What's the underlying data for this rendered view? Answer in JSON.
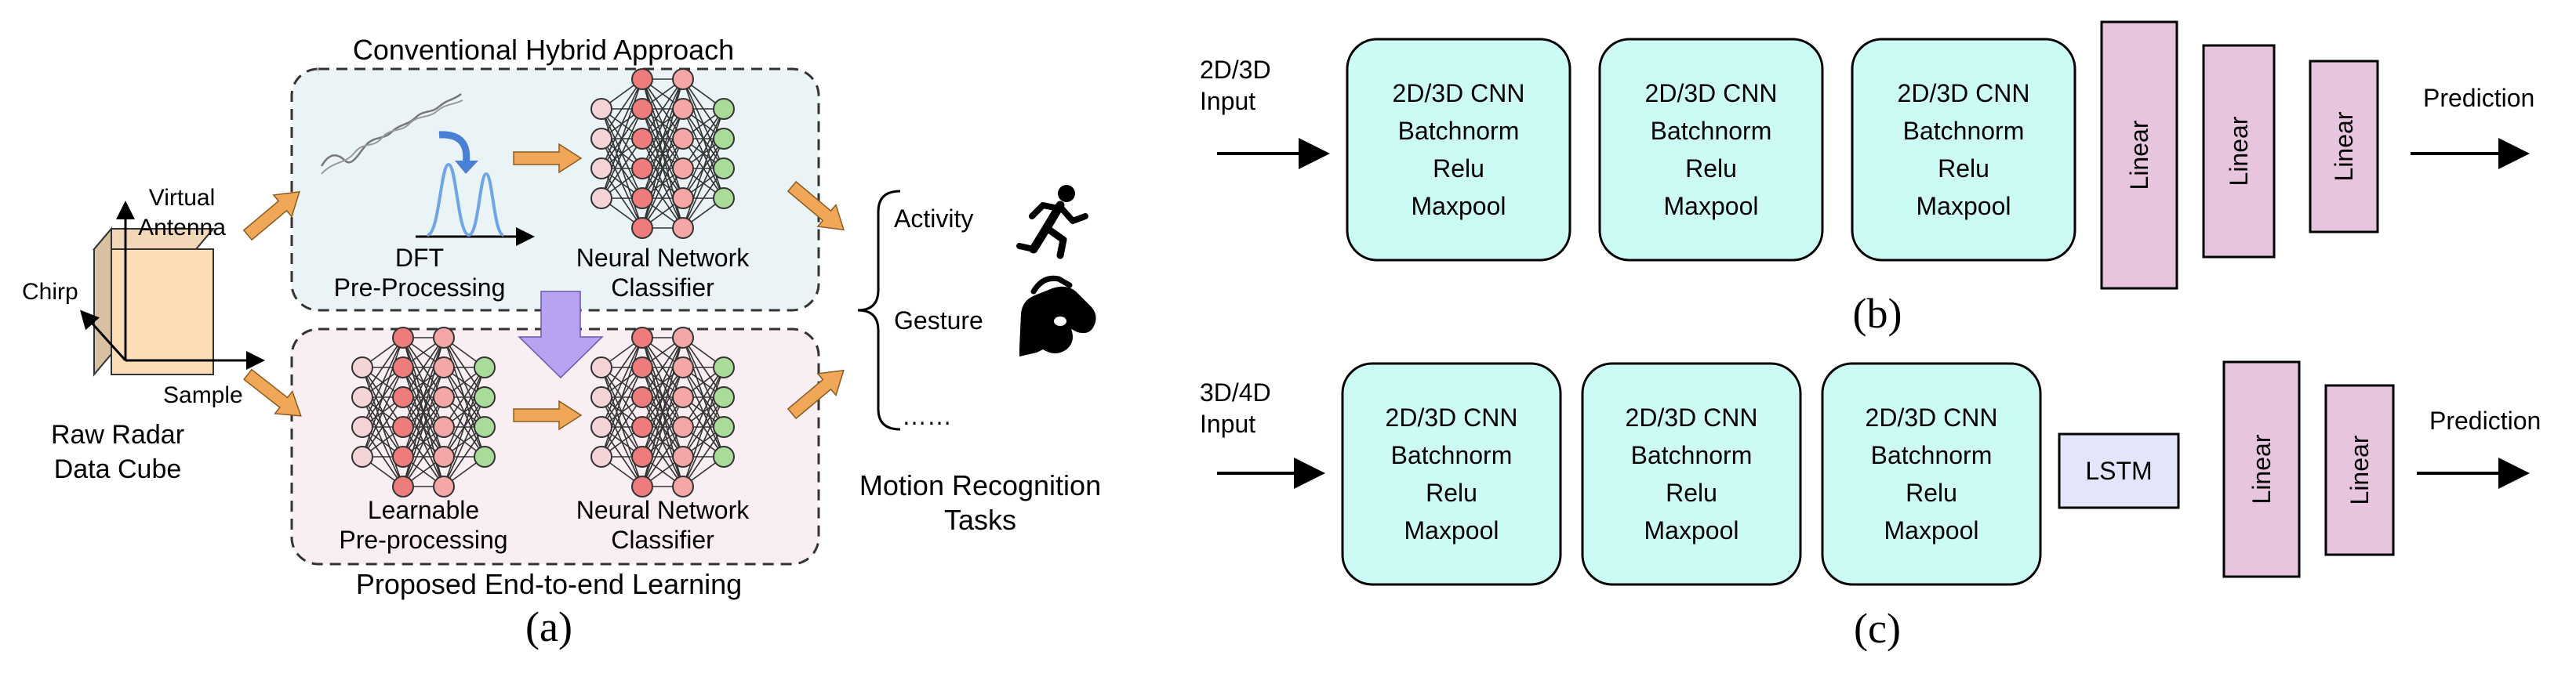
{
  "panel_a": {
    "conventional_title": "Conventional Hybrid Approach",
    "proposed_title": "Proposed End-to-end Learning",
    "cube": {
      "axis_virtual_antenna_1": "Virtual",
      "axis_virtual_antenna_2": "Antenna",
      "axis_chirp": "Chirp",
      "axis_sample": "Sample",
      "label_line1": "Raw Radar",
      "label_line2": "Data Cube"
    },
    "dft_line1": "DFT",
    "dft_line2": "Pre-Processing",
    "nn_top_line1": "Neural Network",
    "nn_top_line2": "Classifier",
    "learnable_line1": "Learnable",
    "learnable_line2": "Pre-processing",
    "nn_bottom_line1": "Neural Network",
    "nn_bottom_line2": "Classifier",
    "tasks": {
      "activity": "Activity",
      "gesture": "Gesture",
      "more": "……",
      "label_line1": "Motion Recognition",
      "label_line2": "Tasks"
    },
    "caption": "(a)"
  },
  "panel_b": {
    "input_line1": "2D/3D",
    "input_line2": "Input",
    "cnn_blocks": [
      [
        "2D/3D CNN",
        "Batchnorm",
        "Relu",
        "Maxpool"
      ],
      [
        "2D/3D CNN",
        "Batchnorm",
        "Relu",
        "Maxpool"
      ],
      [
        "2D/3D CNN",
        "Batchnorm",
        "Relu",
        "Maxpool"
      ]
    ],
    "linear_labels": [
      "Linear",
      "Linear",
      "Linear"
    ],
    "output": "Prediction",
    "caption": "(b)"
  },
  "panel_c": {
    "input_line1": "3D/4D",
    "input_line2": "Input",
    "cnn_blocks": [
      [
        "2D/3D CNN",
        "Batchnorm",
        "Relu",
        "Maxpool"
      ],
      [
        "2D/3D CNN",
        "Batchnorm",
        "Relu",
        "Maxpool"
      ],
      [
        "2D/3D CNN",
        "Batchnorm",
        "Relu",
        "Maxpool"
      ]
    ],
    "lstm": "LSTM",
    "linear_labels": [
      "Linear",
      "Linear"
    ],
    "output": "Prediction",
    "caption": "(c)"
  },
  "colors": {
    "cnn_fill": "#CCFAF4",
    "linear_fill": "#E8C5DE",
    "lstm_fill": "#E3E6FA",
    "conventional_bg": "#EAF3F5",
    "proposed_bg": "#F9EEF2",
    "orange_arrow": "#F0A858",
    "purple_arrow": "#B8A2F2",
    "node_pink": "#F5A7A7",
    "node_green": "#A8DC98",
    "node_lightpink": "#F5D4D8",
    "node_red": "#EE7C7C",
    "spectrum_blue": "#6FA4E6",
    "cube_front": "#FCDDB5",
    "cube_side": "#D8C0A2"
  }
}
